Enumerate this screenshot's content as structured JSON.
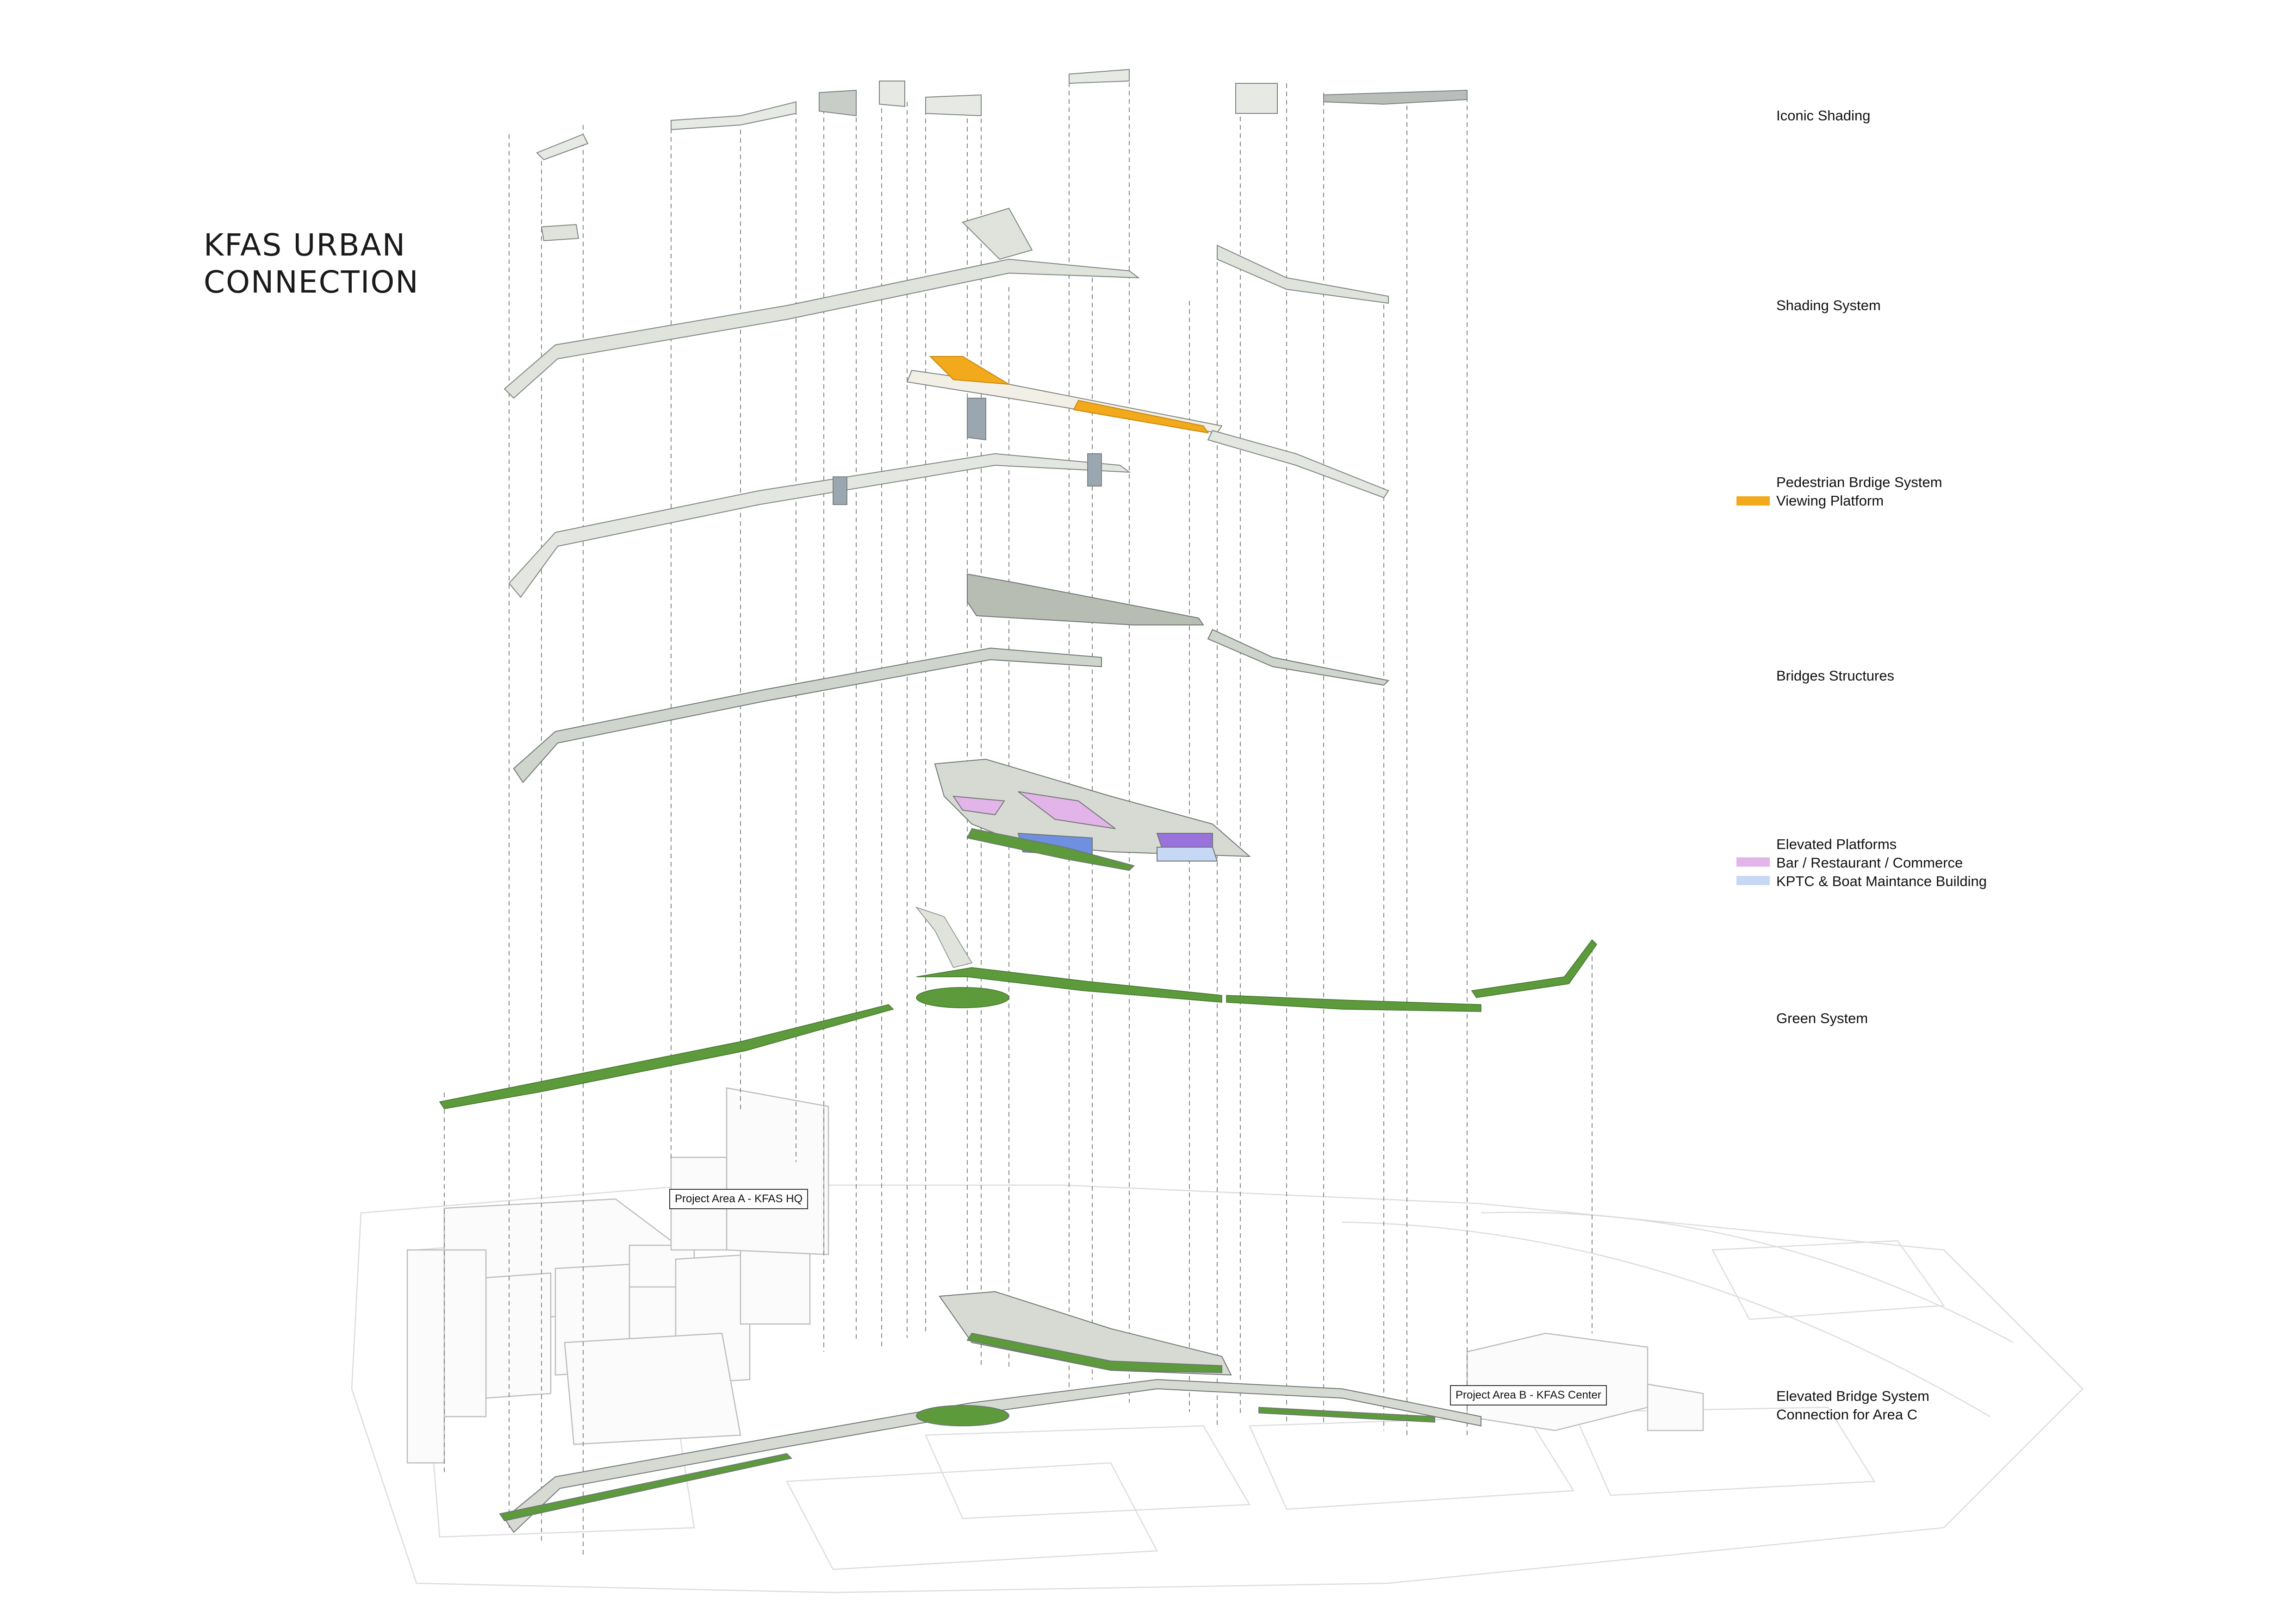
{
  "title": {
    "line1": "KFAS URBAN",
    "line2": "CONNECTION"
  },
  "legend": {
    "iconic_shading": "Iconic Shading",
    "shading_system": "Shading System",
    "pedestrian_bridge": "Pedestrian Brdige System",
    "viewing_platform": "Viewing Platform",
    "bridges_structures": "Bridges Structures",
    "elevated_platforms": "Elevated Platforms",
    "bar_restaurant": "Bar / Restaurant / Commerce",
    "kptc": "KPTC & Boat Maintance Building",
    "green_system": "Green System",
    "elevated_bridge": "Elevated Bridge System",
    "connection_area_c": "Connection for Area C"
  },
  "tags": {
    "project_a": "Project Area A - KFAS HQ",
    "project_b": "Project Area B - KFAS Center"
  },
  "colors": {
    "viewing_platform": "#f2a91c",
    "bar_restaurant": "#e2b4ea",
    "kptc": "#c7d8f4",
    "green": "#5c9a3c",
    "structure": "#aab2a8",
    "blue_volume": "#6f8fe0",
    "purple_volume": "#9a72dc"
  }
}
